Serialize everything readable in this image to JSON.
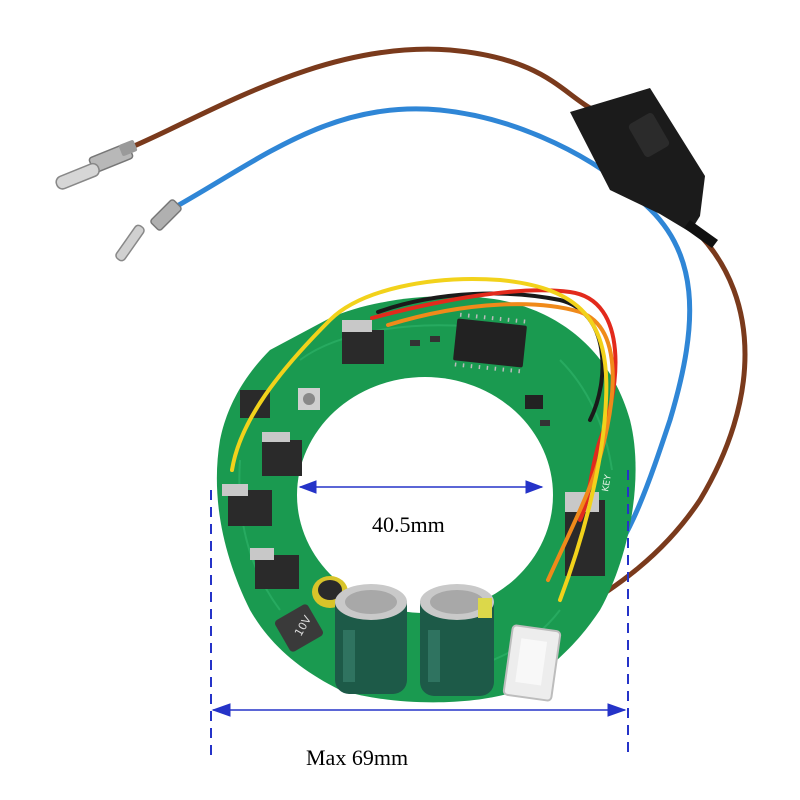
{
  "dimensions": {
    "inner_diameter_label": "40.5mm",
    "outer_diameter_label": "Max 69mm",
    "arrow_color": "#2533c8"
  },
  "board": {
    "pcb_color": "#1a9a50",
    "capacitor_color": "#1d5a48",
    "silkscreen_text": "KEY",
    "capacitor_text": "10V"
  },
  "wires": {
    "brown": "#7a3a1c",
    "blue": "#2f86d6",
    "yellow": "#f2d21b",
    "red": "#e22a1c",
    "orange": "#f08a1a",
    "black": "#1a1a1a"
  },
  "switch": {
    "color": "#1b1b1b"
  }
}
